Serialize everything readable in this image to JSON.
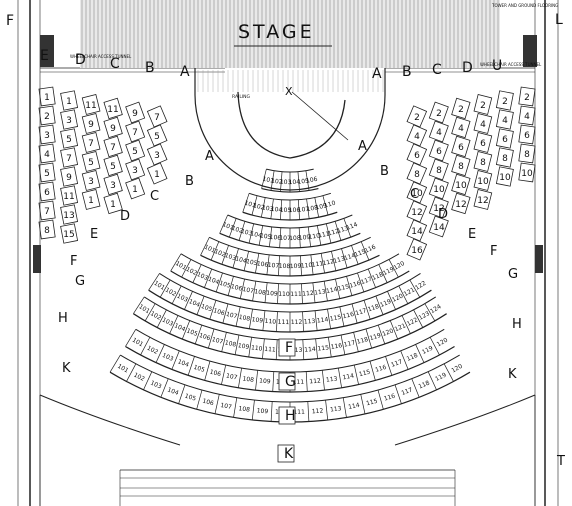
{
  "stage": {
    "label": "STAGE"
  },
  "notes": {
    "top_left": "WHEELCHAIR ACCESS TUNNEL",
    "top_right": "WHEELCHAIR ACCESS TUNNEL",
    "far_right": "TOWER AND GROUND FLOORING",
    "railing": "RAILING",
    "center_mark": "X"
  },
  "corner_labels": {
    "left": "F",
    "right": "L",
    "bottom_right": "T"
  },
  "top_letters_left": [
    "E",
    "D",
    "C",
    "B",
    "A"
  ],
  "top_letters_right": [
    "A",
    "B",
    "C",
    "D",
    "U"
  ],
  "side_rows_left_cols": [
    [
      "1",
      "2",
      "3",
      "4",
      "5",
      "6",
      "7",
      "8"
    ],
    [
      "1",
      "3",
      "5",
      "7",
      "9",
      "11",
      "13",
      "15"
    ],
    [
      "11",
      "9",
      "7",
      "5",
      "3",
      "1"
    ],
    [
      "11",
      "9",
      "7",
      "5",
      "3",
      "1"
    ],
    [
      "9",
      "7",
      "5",
      "3",
      "1"
    ],
    [
      "7",
      "5",
      "3",
      "1"
    ]
  ],
  "side_rows_right_cols": [
    [
      "2",
      "4",
      "6",
      "8",
      "10"
    ],
    [
      "2",
      "4",
      "6",
      "8",
      "10"
    ],
    [
      "2",
      "4",
      "6",
      "8",
      "10",
      "12"
    ],
    [
      "2",
      "4",
      "6",
      "8",
      "10",
      "12"
    ],
    [
      "2",
      "4",
      "6",
      "8",
      "10",
      "12",
      "14"
    ],
    [
      "2",
      "4",
      "6",
      "8",
      "10",
      "12",
      "14",
      "16"
    ]
  ],
  "row_labels_left": [
    "A",
    "B",
    "C",
    "D",
    "E",
    "F",
    "G",
    "H",
    "K"
  ],
  "row_labels_right": [
    "A",
    "B",
    "C",
    "D",
    "E",
    "F",
    "G",
    "H",
    "K"
  ],
  "row_labels_center": [
    "F",
    "G",
    "H",
    "K"
  ],
  "arc_rows": [
    {
      "row": "A",
      "seats": [
        "101",
        "102",
        "103",
        "104",
        "105",
        "106"
      ]
    },
    {
      "row": "B",
      "seats": [
        "101",
        "102",
        "103",
        "104",
        "105",
        "106",
        "107",
        "108",
        "109",
        "110"
      ]
    },
    {
      "row": "C",
      "seats": [
        "101",
        "102",
        "103",
        "104",
        "105",
        "106",
        "107",
        "108",
        "109",
        "110",
        "111",
        "112",
        "113",
        "114"
      ]
    },
    {
      "row": "D",
      "seats": [
        "101",
        "102",
        "103",
        "104",
        "105",
        "106",
        "107",
        "108",
        "109",
        "110",
        "111",
        "112",
        "113",
        "114",
        "115",
        "116"
      ]
    },
    {
      "row": "E",
      "seats": [
        "101",
        "102",
        "103",
        "104",
        "105",
        "106",
        "107",
        "108",
        "109",
        "110",
        "111",
        "112",
        "113",
        "114",
        "115",
        "116",
        "117",
        "118",
        "119",
        "120"
      ]
    },
    {
      "row": "F",
      "seats": [
        "101",
        "102",
        "103",
        "104",
        "105",
        "106",
        "107",
        "108",
        "109",
        "110",
        "111",
        "112",
        "113",
        "114",
        "115",
        "116",
        "117",
        "118",
        "119",
        "120",
        "121",
        "122"
      ]
    },
    {
      "row": "G",
      "seats": [
        "101",
        "102",
        "103",
        "104",
        "105",
        "106",
        "107",
        "108",
        "109",
        "110",
        "111",
        "112",
        "113",
        "114",
        "115",
        "116",
        "117",
        "118",
        "119",
        "120",
        "121",
        "122",
        "123",
        "124"
      ]
    },
    {
      "row": "H",
      "seats": [
        "101",
        "102",
        "103",
        "104",
        "105",
        "106",
        "107",
        "108",
        "109",
        "110",
        "111",
        "112",
        "113",
        "114",
        "115",
        "116",
        "117",
        "118",
        "119",
        "120"
      ]
    },
    {
      "row": "K",
      "seats": [
        "101",
        "102",
        "103",
        "104",
        "105",
        "106",
        "107",
        "108",
        "109",
        "110",
        "111",
        "112",
        "113",
        "114",
        "115",
        "116",
        "117",
        "118",
        "119",
        "120"
      ]
    }
  ]
}
